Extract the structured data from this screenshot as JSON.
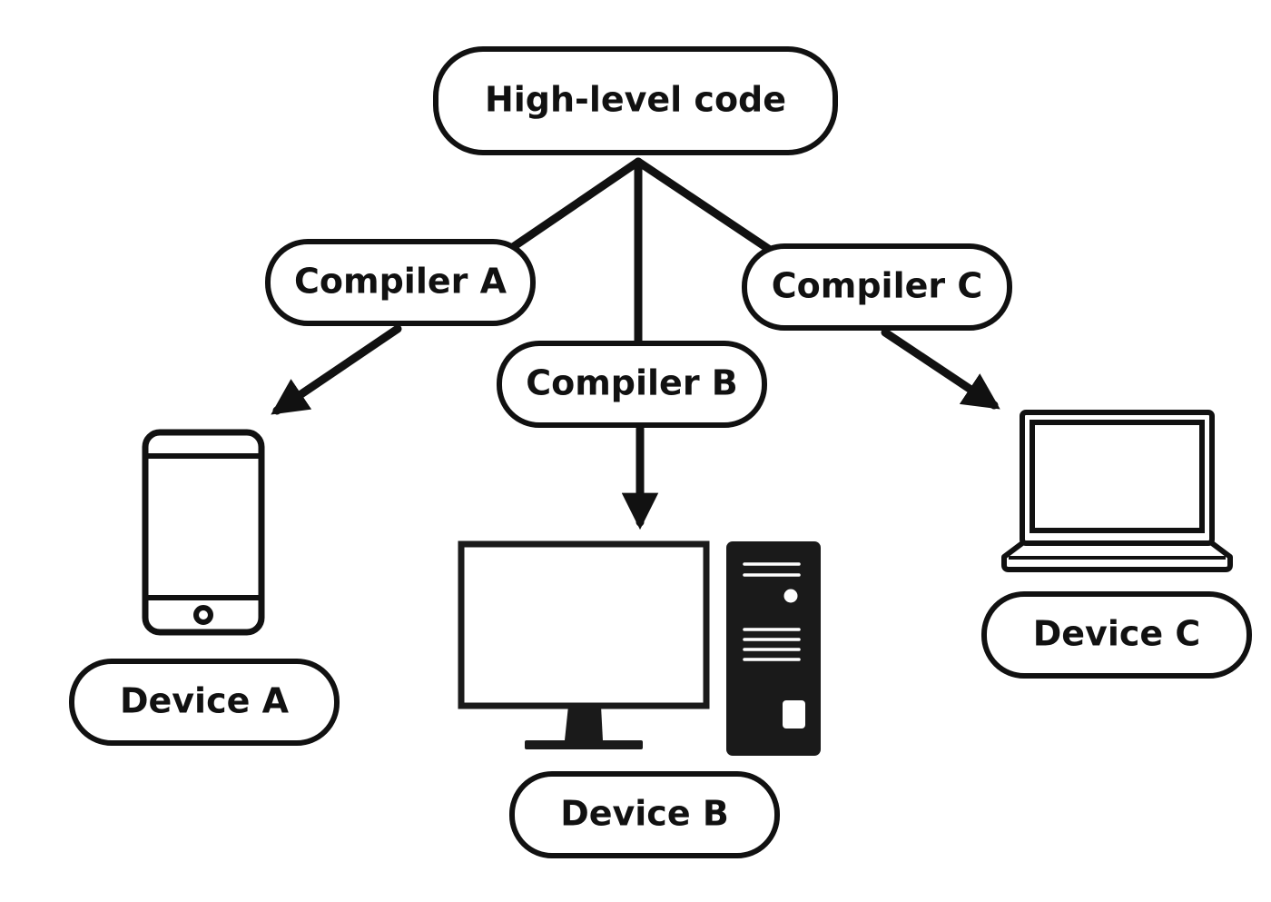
{
  "diagram": {
    "root": {
      "label": "High-level code"
    },
    "compilers": [
      {
        "label": "Compiler A"
      },
      {
        "label": "Compiler B"
      },
      {
        "label": "Compiler C"
      }
    ],
    "devices": [
      {
        "label": "Device A",
        "icon": "smartphone-icon"
      },
      {
        "label": "Device B",
        "icon": "desktop-computer-icon"
      },
      {
        "label": "Device C",
        "icon": "laptop-icon"
      }
    ],
    "edges": [
      {
        "from": "High-level code",
        "to": "Compiler A"
      },
      {
        "from": "High-level code",
        "to": "Compiler B"
      },
      {
        "from": "High-level code",
        "to": "Compiler C"
      },
      {
        "from": "Compiler A",
        "to": "Device A"
      },
      {
        "from": "Compiler B",
        "to": "Device B"
      },
      {
        "from": "Compiler C",
        "to": "Device C"
      }
    ],
    "colors": {
      "stroke": "#111111",
      "background": "#ffffff",
      "device_fill": "#1a1a1a"
    }
  }
}
